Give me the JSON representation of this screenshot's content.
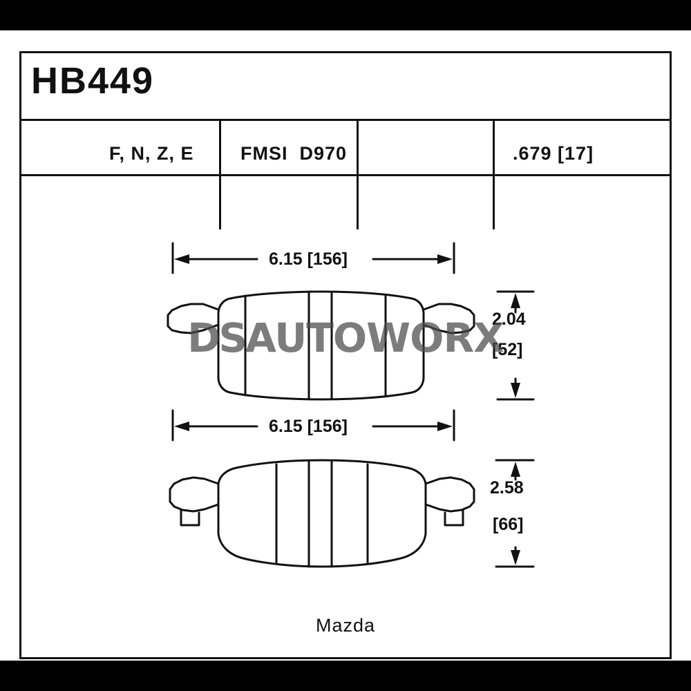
{
  "document": {
    "part_number": "HB449",
    "maker": "Mazda"
  },
  "spec_row": {
    "compounds": "F, N, Z, E",
    "fmsi_label": "FMSI",
    "fmsi_value": "D970",
    "thickness": ".679 [17]"
  },
  "dimensions": {
    "pad1_width": "6.15 [156]",
    "pad2_width": "6.15 [156]",
    "pad1_height_line1": "2.04",
    "pad1_height_line2": "[52]",
    "pad2_height_line1": "2.58",
    "pad2_height_line2": "[66]"
  },
  "watermark": {
    "part1": "DS",
    "part2": "AUTOWORX"
  },
  "colors": {
    "band": "#000000",
    "line": "#111111",
    "background": "#ffffff",
    "watermark": "#4a4a4a"
  }
}
